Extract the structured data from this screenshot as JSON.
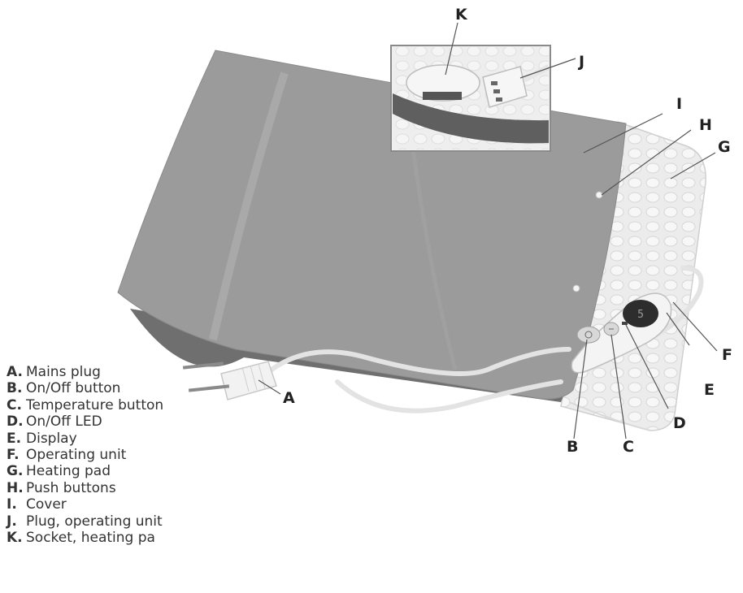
{
  "figure": {
    "callouts": {
      "A": "A",
      "B": "B",
      "C": "C",
      "D": "D",
      "E": "E",
      "F": "F",
      "G": "G",
      "H": "H",
      "I": "I",
      "J": "J",
      "K": "K"
    },
    "display_readout": "5",
    "colors": {
      "cover": "#9b9b9b",
      "cover_shadow": "#6f6f6f",
      "heating_pad": "#ececec",
      "inset_border": "#8a8a8a",
      "leader_line": "#555555"
    }
  },
  "legend": [
    {
      "key": "A.",
      "label": "Mains plug"
    },
    {
      "key": "B.",
      "label": "On/Off button"
    },
    {
      "key": "C.",
      "label": "Temperature button"
    },
    {
      "key": "D.",
      "label": "On/Off LED"
    },
    {
      "key": "E.",
      "label": "Display"
    },
    {
      "key": "F.",
      "label": "Operating unit"
    },
    {
      "key": "G.",
      "label": "Heating pad"
    },
    {
      "key": "H.",
      "label": "Push buttons"
    },
    {
      "key": "I.",
      "label": "Cover"
    },
    {
      "key": "J.",
      "label": "Plug, operating unit"
    },
    {
      "key": "K.",
      "label": "Socket, heating pa"
    }
  ]
}
